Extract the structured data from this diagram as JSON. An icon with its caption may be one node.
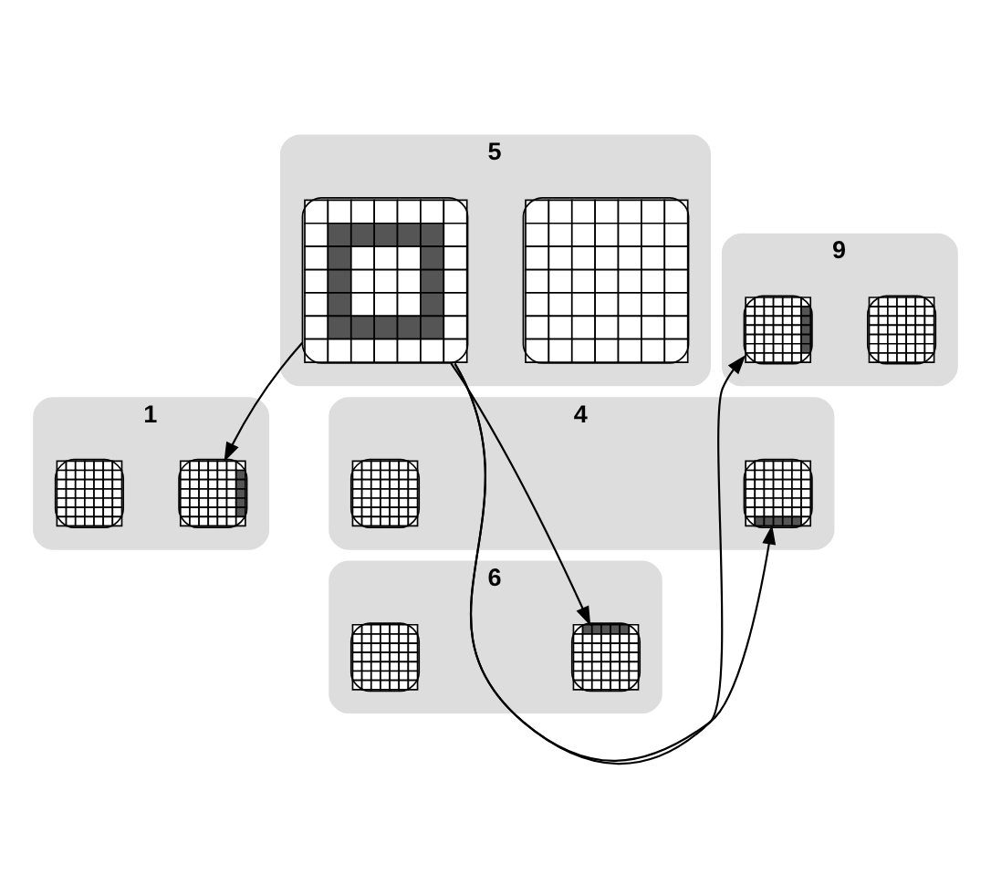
{
  "diagram": {
    "nodes": [
      {
        "text": [
          "4"
        ]
      },
      {
        "text": [],
        "shape": "grid",
        "in": 0
      },
      {
        "text": [],
        "shape": "grid",
        "in": 0
      },
      {
        "text": [
          "5"
        ]
      },
      {
        "text": [],
        "shape": "grid",
        "in": 3
      },
      {
        "text": [],
        "shape": "grid",
        "in": 3
      },
      {
        "text": [
          "1"
        ]
      },
      {
        "text": [],
        "shape": "grid",
        "in": 6
      },
      {
        "text": [],
        "shape": "grid",
        "in": 6
      },
      {
        "text": [
          "9"
        ]
      },
      {
        "text": [],
        "shape": "grid",
        "in": 9
      },
      {
        "text": [],
        "shape": "grid",
        "in": 9
      },
      {
        "text": [
          "6"
        ]
      },
      {
        "text": [],
        "shape": "grid",
        "in": 12
      },
      {
        "text": [],
        "shape": "grid",
        "in": 12
      }
    ],
    "edges": [
      {
        "from": 4,
        "to": 2,
        "arrow": "to"
      },
      {
        "from": 4,
        "to": 8,
        "arrow": "to"
      },
      {
        "from": 4,
        "to": 10,
        "arrow": "to"
      },
      {
        "from": 4,
        "to": 14,
        "arrow": "to"
      }
    ]
  }
}
